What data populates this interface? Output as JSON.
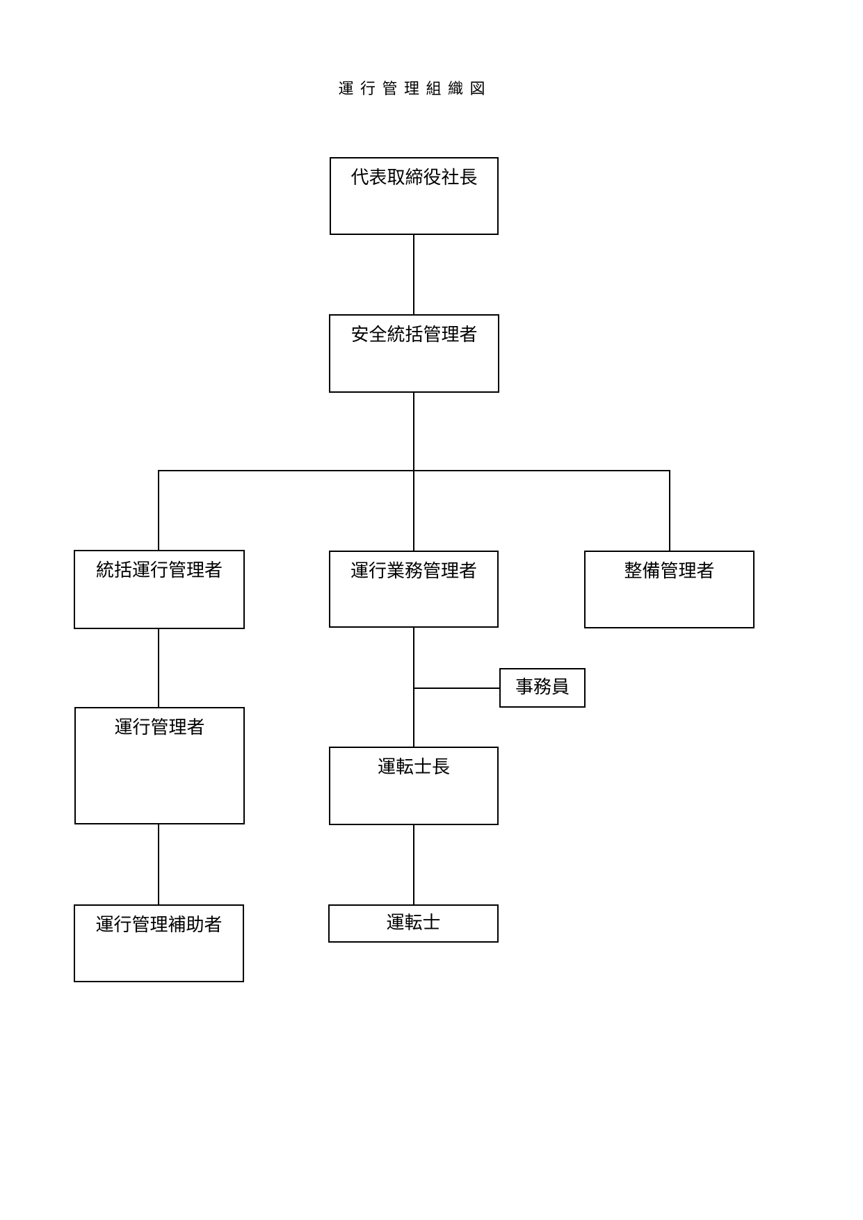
{
  "title": "運 行 管 理 組 織 図",
  "nodes": {
    "president": {
      "label": "代表取締役社長"
    },
    "safety_general_manager": {
      "label": "安全統括管理者"
    },
    "general_operation_manager": {
      "label": "統括運行管理者"
    },
    "operation_business_manager": {
      "label": "運行業務管理者"
    },
    "maintenance_manager": {
      "label": "整備管理者"
    },
    "clerk": {
      "label": "事務員"
    },
    "operation_manager": {
      "label": "運行管理者"
    },
    "chief_driver": {
      "label": "運転士長"
    },
    "operation_management_assistant": {
      "label": "運行管理補助者"
    },
    "driver": {
      "label": "運転士"
    }
  },
  "edges": [
    {
      "from": "president",
      "to": "safety_general_manager"
    },
    {
      "from": "safety_general_manager",
      "to": "general_operation_manager"
    },
    {
      "from": "safety_general_manager",
      "to": "operation_business_manager"
    },
    {
      "from": "safety_general_manager",
      "to": "maintenance_manager"
    },
    {
      "from": "general_operation_manager",
      "to": "operation_manager"
    },
    {
      "from": "operation_manager",
      "to": "operation_management_assistant"
    },
    {
      "from": "operation_business_manager",
      "to": "clerk"
    },
    {
      "from": "operation_business_manager",
      "to": "chief_driver"
    },
    {
      "from": "chief_driver",
      "to": "driver"
    }
  ],
  "colors": {
    "background": "#ffffff",
    "line": "#000000",
    "text": "#000000"
  }
}
